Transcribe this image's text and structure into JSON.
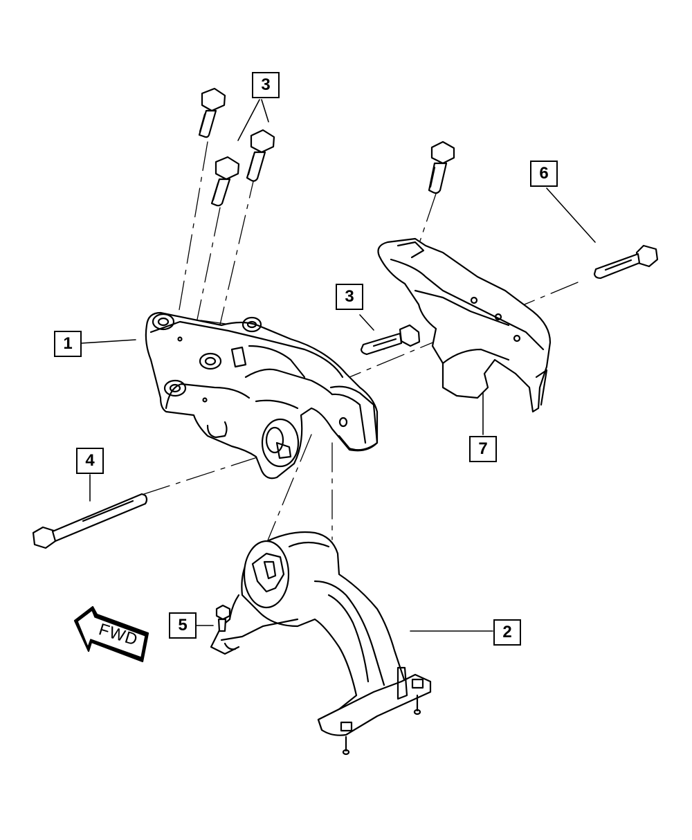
{
  "callouts": {
    "c1": "1",
    "c2": "2",
    "c3_top": "3",
    "c3_mid": "3",
    "c4": "4",
    "c5": "5",
    "c6": "6",
    "c7": "7"
  },
  "fwd_arrow": {
    "label": "FWD"
  },
  "colors": {
    "ink": "#000000",
    "paper": "#ffffff"
  }
}
